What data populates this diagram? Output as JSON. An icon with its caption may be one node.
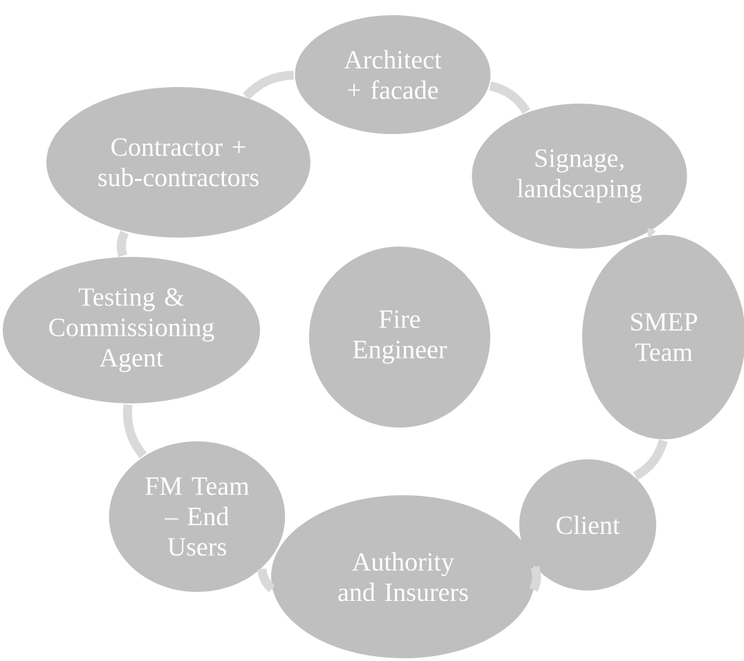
{
  "diagram": {
    "nodes": [
      {
        "text": [
          "Architect + facade"
        ]
      },
      {
        "text": [
          "Signage, landscaping"
        ]
      },
      {
        "text": [
          "SMEP Team"
        ]
      },
      {
        "text": [
          "Client"
        ]
      },
      {
        "text": [
          "Authority and Insurers"
        ]
      },
      {
        "text": [
          "FM Team – End Users"
        ]
      },
      {
        "text": [
          "Testing & Commissioning Agent"
        ]
      },
      {
        "text": [
          "Contractor + sub-contractors"
        ]
      },
      {
        "text": [
          "Fire Engineer"
        ]
      }
    ],
    "edges": [
      {
        "from": 7,
        "to": 0,
        "arrow": "none"
      },
      {
        "from": 0,
        "to": 1,
        "arrow": "none"
      },
      {
        "from": 1,
        "to": 2,
        "arrow": "none"
      },
      {
        "from": 2,
        "to": 3,
        "arrow": "none"
      },
      {
        "from": 3,
        "to": 4,
        "arrow": "none"
      },
      {
        "from": 4,
        "to": 5,
        "arrow": "none"
      },
      {
        "from": 5,
        "to": 6,
        "arrow": "none"
      },
      {
        "from": 6,
        "to": 7,
        "arrow": "none"
      }
    ]
  }
}
